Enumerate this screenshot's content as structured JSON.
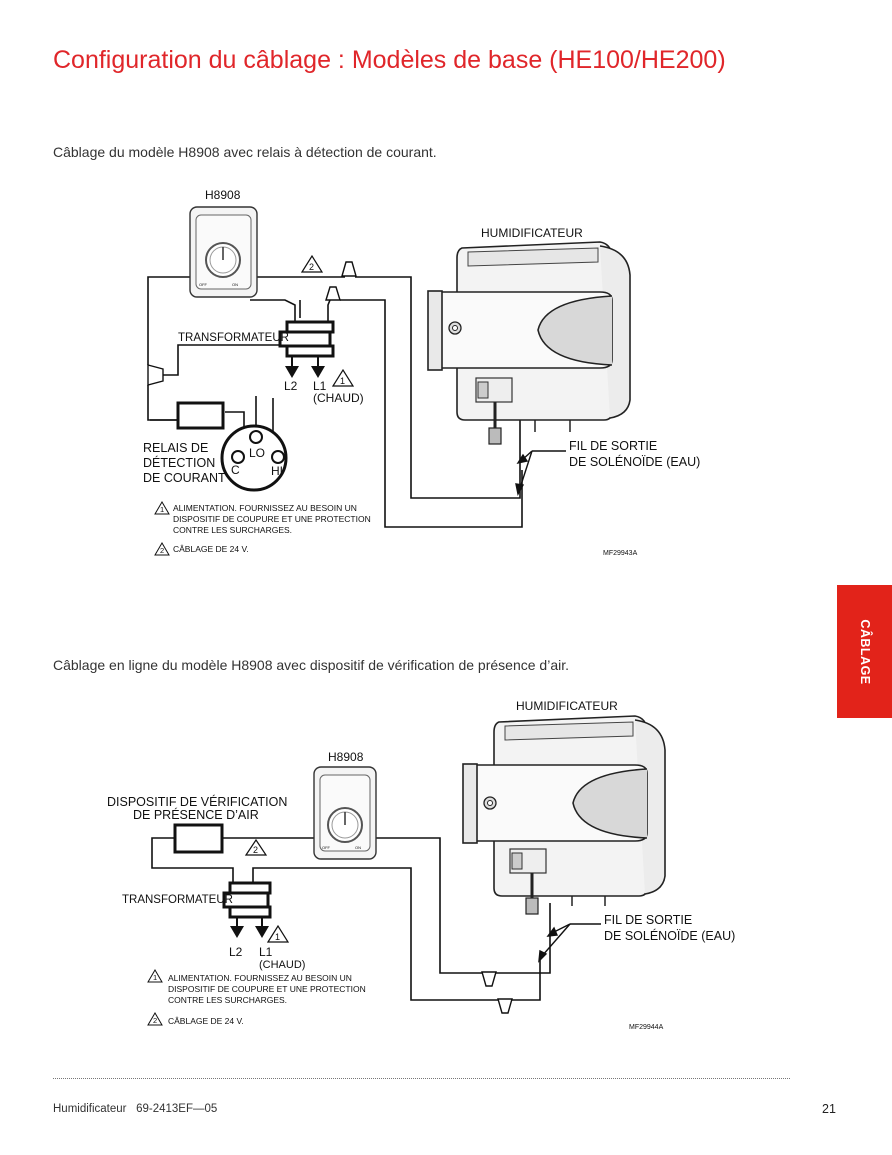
{
  "title": "Configuration du câblage : Modèles de base (HE100/HE200)",
  "side_tab": "CÂBLAGE",
  "footer": {
    "left": "Humidificateur   69-2413EF—05",
    "page": "21"
  },
  "diagram1": {
    "caption": "Câblage du modèle H8908 avec relais à détection de courant.",
    "labels": {
      "h8908": "H8908",
      "humidifier": "HUMIDIFICATEUR",
      "transformer": "TRANSFORMATEUR",
      "l2": "L2",
      "l1": "L1",
      "hot": "(CHAUD)",
      "relay_1": "RELAIS DE",
      "relay_2": "DÉTECTION",
      "relay_3": "DE COURANT",
      "lo": "LO",
      "c": "C",
      "hi": "HI",
      "solenoid_1": "FIL DE SORTIE",
      "solenoid_2": "DE SOLÉNOÏDE (EAU)",
      "dial_off": "OFF",
      "dial_on": "ON"
    },
    "notes": {
      "note1_num": "1",
      "note1_line1": "ALIMENTATION. FOURNISSEZ AU BESOIN UN",
      "note1_line2": "DISPOSITIF DE COUPURE ET UNE PROTECTION",
      "note1_line3": "CONTRE LES SURCHARGES.",
      "note2_num": "2",
      "note2_line1": "CÂBLAGE DE 24 V."
    },
    "code": "MF29943A"
  },
  "diagram2": {
    "caption": "Câblage en ligne du modèle H8908 avec dispositif de vérification de présence d’air.",
    "labels": {
      "h8908": "H8908",
      "humidifier": "HUMIDIFICATEUR",
      "air_1": "DISPOSITIF DE VÉRIFICATION",
      "air_2": "DE PRÉSENCE D’AIR",
      "transformer": "TRANSFORMATEUR",
      "l2": "L2",
      "l1": "L1",
      "hot": "(CHAUD)",
      "solenoid_1": "FIL DE SORTIE",
      "solenoid_2": "DE SOLÉNOÏDE (EAU)",
      "dial_off": "OFF",
      "dial_on": "ON"
    },
    "notes": {
      "note1_num": "1",
      "note1_line1": "ALIMENTATION. FOURNISSEZ AU BESOIN UN",
      "note1_line2": "DISPOSITIF DE COUPURE ET UNE PROTECTION",
      "note1_line3": "CONTRE LES SURCHARGES.",
      "note2_num": "2",
      "note2_line1": "CÂBLAGE DE 24 V."
    },
    "code": "MF29944A"
  }
}
